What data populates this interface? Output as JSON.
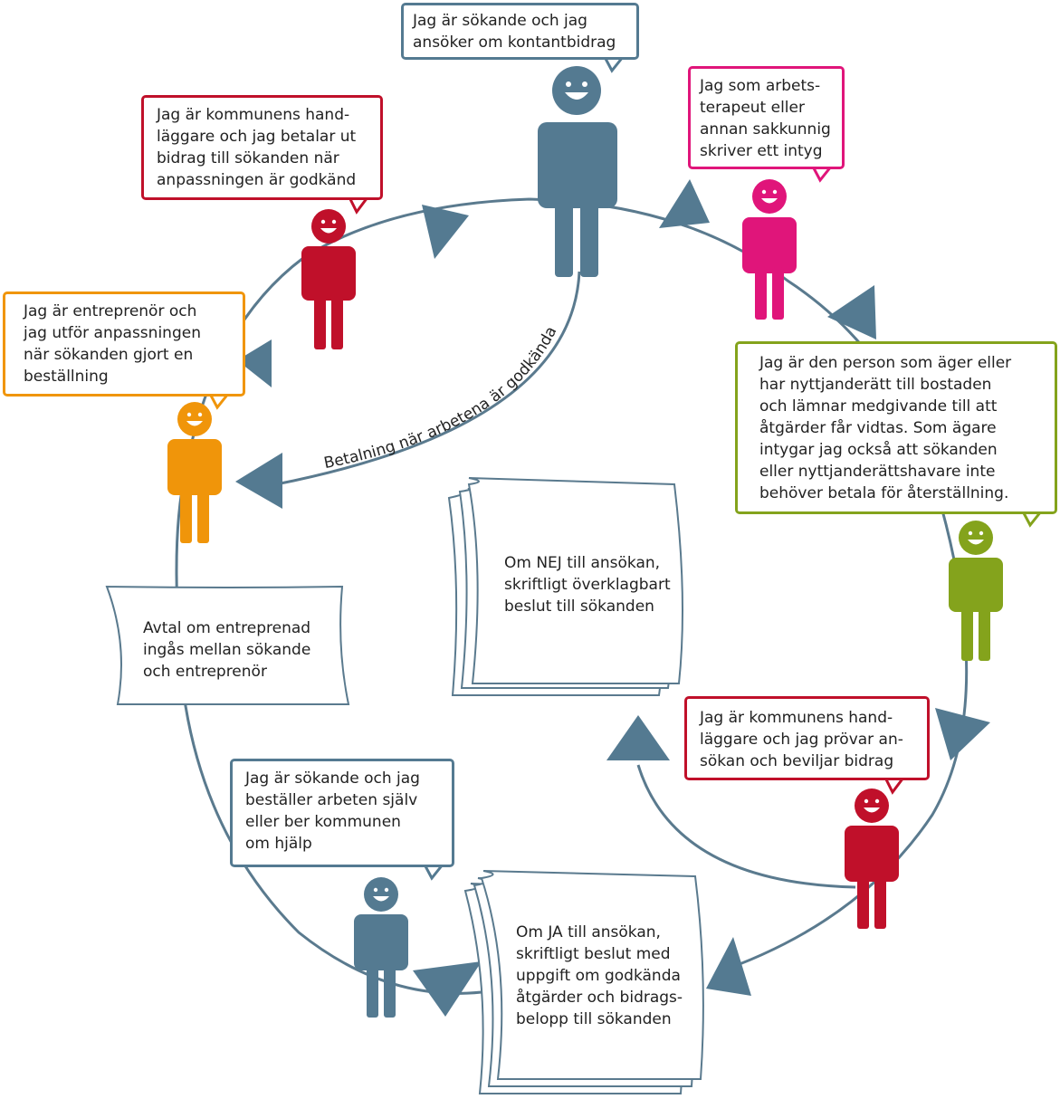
{
  "colors": {
    "line": "#5a7a8e",
    "slate": "#547a91",
    "red": "#c0102a",
    "pink": "#e0157a",
    "orange": "#f0950a",
    "green": "#84a31c"
  },
  "bubbles": {
    "applicant_top": [
      "Jag är sökande och jag",
      "ansöker om kontantbidrag"
    ],
    "therapist": [
      "Jag som arbets-",
      "terapeut eller",
      "annan sakkunnig",
      "skriver ett intyg"
    ],
    "handler_pays": [
      "Jag är kommunens hand-",
      "läggare och jag betalar ut",
      "bidrag till sökanden när",
      "anpassningen är godkänd"
    ],
    "entrepreneur": [
      "Jag är entreprenör och",
      "jag utför anpassningen",
      "när sökanden gjort en",
      "beställning"
    ],
    "owner": [
      "Jag är den person som äger eller",
      "har nyttjanderätt till bostaden",
      "och lämnar medgivande till att",
      "åtgärder får vidtas. Som ägare",
      "intygar jag också att sökanden",
      "eller nyttjanderättshavare inte",
      "behöver betala för återställning."
    ],
    "handler_review": [
      "Jag är kommunens hand-",
      "läggare och jag prövar an-",
      "sökan och beviljar bidrag"
    ],
    "applicant_order": [
      "Jag är sökande och jag",
      "beställer arbeten själv",
      "eller ber kommunen",
      "om hjälp"
    ]
  },
  "notes": {
    "avtal": [
      "Avtal om entreprenad",
      "ingås mellan sökande",
      "och entreprenör"
    ],
    "nej": [
      "Om NEJ till ansökan,",
      "skriftligt överklagbart",
      "beslut till sökanden"
    ],
    "ja": [
      "Om JA till ansökan,",
      "skriftligt beslut med",
      "uppgift om godkända",
      "åtgärder och bidrags-",
      "belopp till sökanden"
    ]
  },
  "payment_label": "Betalning när arbetena är godkända"
}
